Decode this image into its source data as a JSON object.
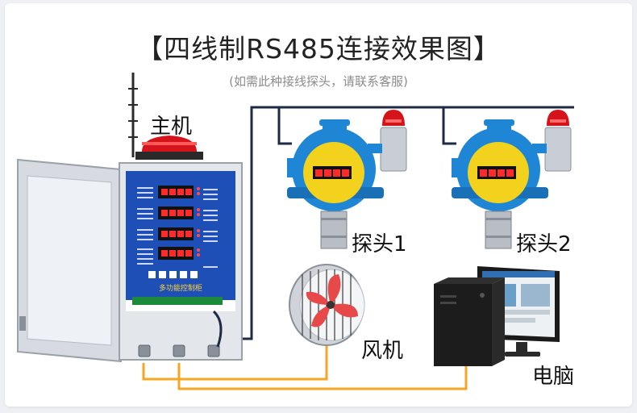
{
  "header": {
    "title": "【四线制RS485连接效果图】",
    "subtitle": "(如需此种接线探头，请联系客服)"
  },
  "labels": {
    "host": "主机",
    "probe1": "探头1",
    "probe2": "探头2",
    "fan": "风机",
    "computer": "电脑",
    "panel_name": "多功能控制柜"
  },
  "colors": {
    "wire_dark": "#1f2a44",
    "wire_orange": "#f5a623",
    "panel_blue": "#1e4fb6",
    "probe_blue": "#1f86d6",
    "alarm_red": "#d4131b"
  },
  "icons": {
    "antenna": "antenna-icon",
    "alarm_light": "alarm-light-icon",
    "fan": "fan-icon",
    "computer": "desktop-computer-icon"
  }
}
